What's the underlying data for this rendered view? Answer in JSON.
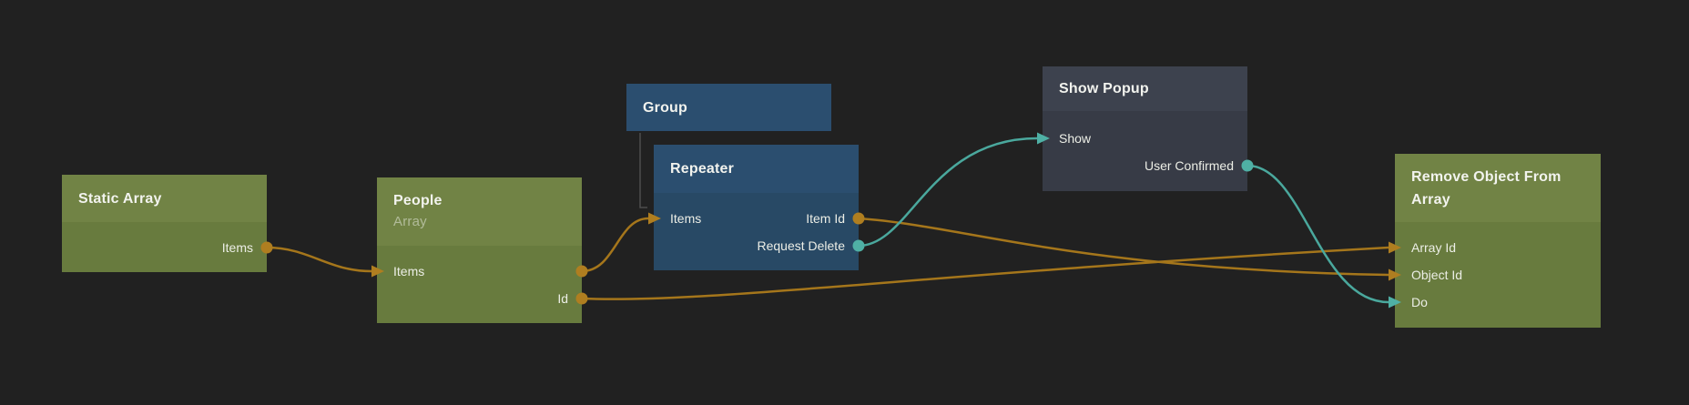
{
  "canvas": {
    "background": "#212121",
    "editor_kind": "node-graph"
  },
  "colors": {
    "node_green_header": "#718345",
    "node_green_body": "#687b3e",
    "node_blue_header": "#2b4e6f",
    "node_blue_body": "#284965",
    "node_slate_header": "#3d424e",
    "node_slate_body": "#373b46",
    "wire_orange": "#a5761b",
    "port_orange": "#af7e20",
    "wire_teal": "#4aa89d",
    "port_teal": "#4fb0a5",
    "hierarchy_line": "#4d4d4d"
  },
  "nodes": [
    {
      "id": "static-array",
      "title": "Static Array",
      "rows": [
        {
          "right": "Items"
        }
      ]
    },
    {
      "id": "people",
      "title": "People",
      "subtitle": "Array",
      "rows": [
        {
          "left": "Items"
        },
        {
          "right": "Id"
        }
      ]
    },
    {
      "id": "group",
      "title": "Group",
      "rows": []
    },
    {
      "id": "repeater",
      "title": "Repeater",
      "rows": [
        {
          "left": "Items",
          "right": "Item Id"
        },
        {
          "right": "Request Delete"
        }
      ]
    },
    {
      "id": "show-popup",
      "title": "Show Popup",
      "rows": [
        {
          "left": "Show"
        },
        {
          "right": "User Confirmed"
        }
      ]
    },
    {
      "id": "remove-object-from-array",
      "title": "Remove Object From Array",
      "rows": [
        {
          "left": "Array Id"
        },
        {
          "left": "Object Id"
        },
        {
          "left": "Do"
        }
      ]
    }
  ],
  "connections": [
    {
      "from": "Static Array.Items",
      "to": "People.Items",
      "color": "orange"
    },
    {
      "from": "People.Items",
      "to": "Repeater.Items",
      "color": "orange"
    },
    {
      "from": "People.Id",
      "to": "Remove Object From Array.Array Id",
      "color": "orange"
    },
    {
      "from": "Repeater.Item Id",
      "to": "Remove Object From Array.Object Id",
      "color": "orange"
    },
    {
      "from": "Repeater.Request Delete",
      "to": "Show Popup.Show",
      "color": "teal"
    },
    {
      "from": "Show Popup.User Confirmed",
      "to": "Remove Object From Array.Do",
      "color": "teal"
    }
  ],
  "hierarchy": [
    {
      "parent": "Group",
      "child": "Repeater"
    }
  ]
}
